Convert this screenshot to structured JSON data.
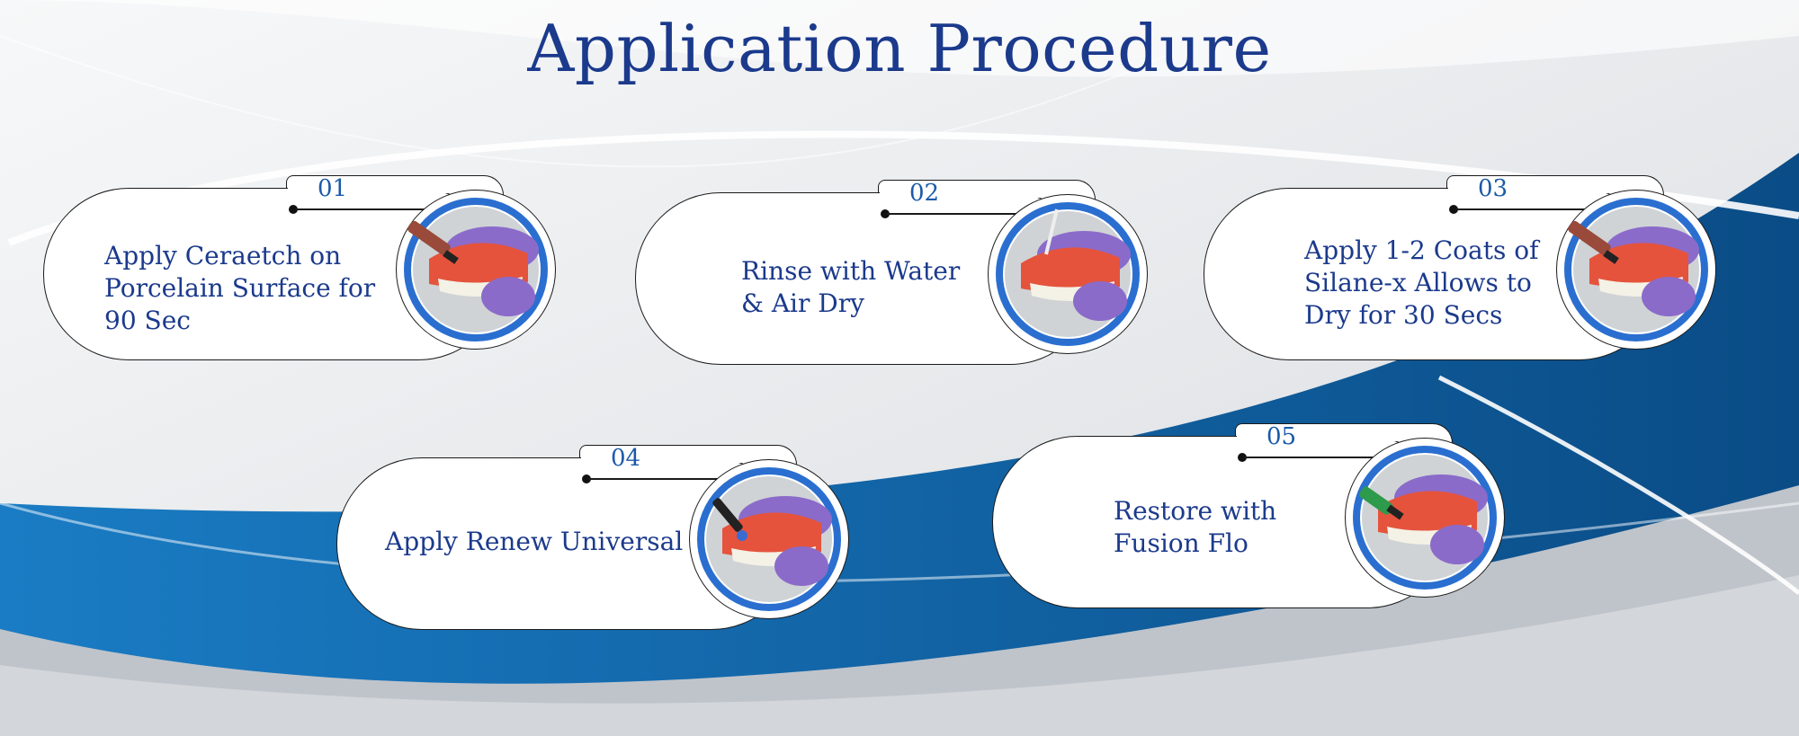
{
  "title": "Application Procedure",
  "steps": [
    {
      "number": "01",
      "lines": [
        "Apply Ceraetch on",
        "Porcelain Surface for",
        "90 Sec"
      ],
      "image": "dental-model-syringe-image"
    },
    {
      "number": "02",
      "lines": [
        "Rinse with Water",
        "& Air Dry"
      ],
      "image": "dental-model-air-dry-image"
    },
    {
      "number": "03",
      "lines": [
        "Apply 1-2 Coats of",
        "Silane-x Allows to",
        "Dry for 30 Secs"
      ],
      "image": "dental-model-syringe-image"
    },
    {
      "number": "04",
      "lines": [
        "Apply Renew Universal"
      ],
      "image": "dental-model-brush-image"
    },
    {
      "number": "05",
      "lines": [
        "Restore with",
        "Fusion Flo"
      ],
      "image": "dental-model-green-syringe-image"
    }
  ],
  "colors": {
    "title": "#1b3a8c",
    "accent_blue": "#1f6fb8",
    "dark_blue": "#0b4f8a",
    "ring_blue": "#2a6fd0",
    "gum_red": "#e5533c"
  }
}
